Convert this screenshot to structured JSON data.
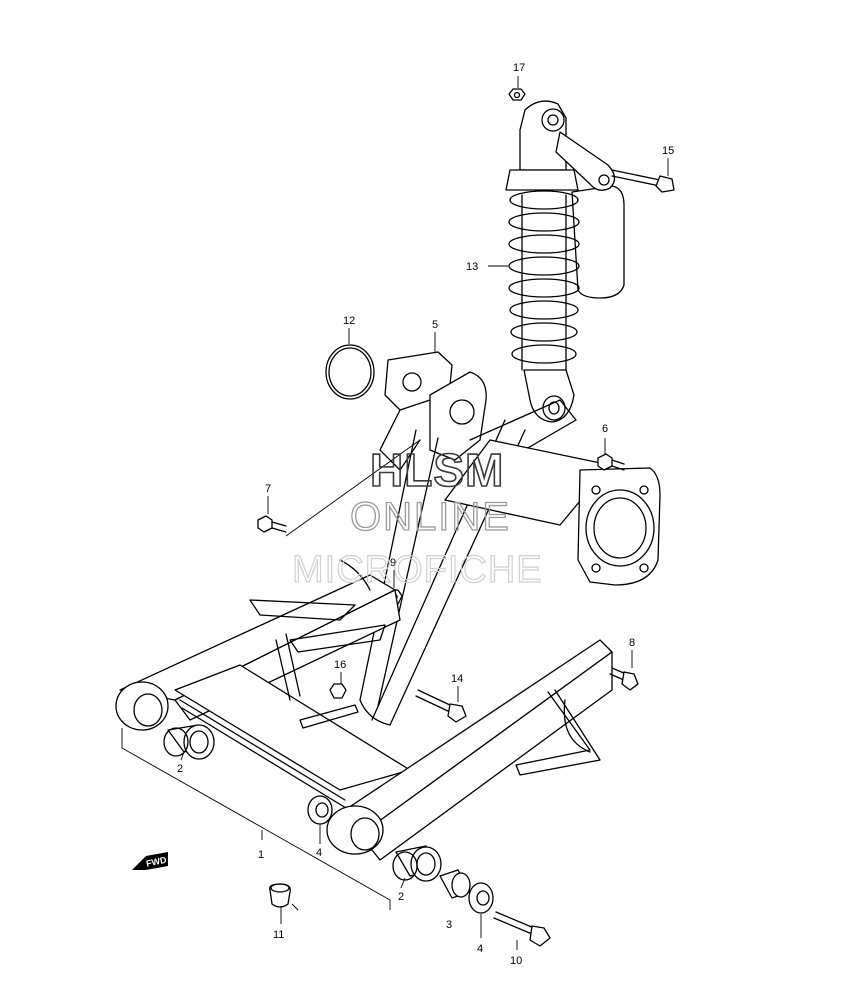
{
  "watermark": {
    "line1": "HLSM",
    "line2": "ONLINE",
    "line3": "MICROFICHE"
  },
  "direction_marker": {
    "label": "FWD",
    "icon": "forward-arrow-icon"
  },
  "callouts": {
    "c1": "1",
    "c2a": "2",
    "c2b": "2",
    "c3": "3",
    "c4a": "4",
    "c4b": "4",
    "c5": "5",
    "c6": "6",
    "c7": "7",
    "c8": "8",
    "c9": "9",
    "c10": "10",
    "c11": "11",
    "c12": "12",
    "c13": "13",
    "c14": "14",
    "c15": "15",
    "c16": "16",
    "c17": "17"
  }
}
